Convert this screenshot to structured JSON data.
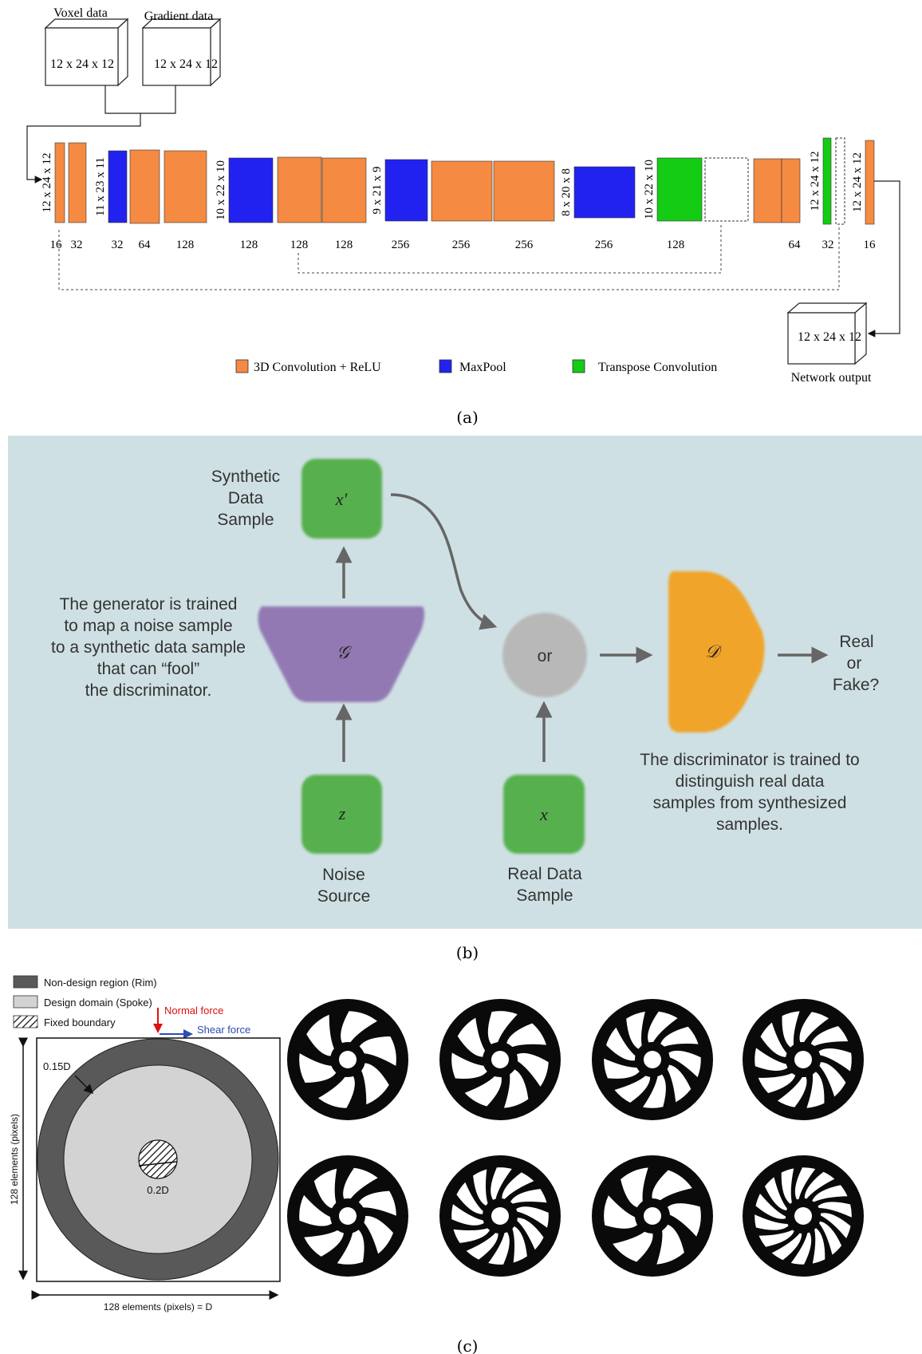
{
  "panel_a": {
    "inputs": [
      {
        "label": "Voxel data",
        "dims": "12 x 24 x 12"
      },
      {
        "label": "Gradient data",
        "dims": "12 x 24 x 12"
      }
    ],
    "layers": [
      {
        "kind": "conv",
        "dim": "12 x 24 x 12",
        "channels": "16"
      },
      {
        "kind": "conv",
        "dim": "",
        "channels": "32"
      },
      {
        "kind": "pool",
        "dim": "11 x 23 x 11",
        "channels": "32"
      },
      {
        "kind": "conv",
        "dim": "",
        "channels": "64"
      },
      {
        "kind": "conv",
        "dim": "",
        "channels": "128"
      },
      {
        "kind": "pool",
        "dim": "10 x 22 x 10",
        "channels": "128"
      },
      {
        "kind": "conv",
        "dim": "",
        "channels": "128"
      },
      {
        "kind": "conv",
        "dim": "",
        "channels": "128"
      },
      {
        "kind": "pool",
        "dim": "9 x 21 x 9",
        "channels": "256"
      },
      {
        "kind": "conv",
        "dim": "",
        "channels": "256"
      },
      {
        "kind": "conv",
        "dim": "",
        "channels": "256"
      },
      {
        "kind": "pool",
        "dim": "8 x 20 x 8",
        "channels": "256"
      },
      {
        "kind": "tconv",
        "dim": "10 x 22 x 10",
        "channels": "128"
      },
      {
        "kind": "skip",
        "dim": "",
        "channels": ""
      },
      {
        "kind": "conv",
        "dim": "",
        "channels": "64"
      },
      {
        "kind": "conv",
        "dim": "",
        "channels": "32"
      },
      {
        "kind": "tconv",
        "dim": "12 x 24 x 12",
        "channels": "16"
      },
      {
        "kind": "skip",
        "dim": "",
        "channels": ""
      },
      {
        "kind": "conv",
        "dim": "12 x 24 x 12",
        "channels": "16"
      }
    ],
    "output": {
      "dims": "12 x 24 x 12",
      "label": "Network output"
    },
    "legend": [
      {
        "label": "3D Convolution + ReLU",
        "color": "#f58a42"
      },
      {
        "label": "MaxPool",
        "color": "#2222f0"
      },
      {
        "label": "Transpose Convolution",
        "color": "#14cc14"
      }
    ],
    "caption": "(a)"
  },
  "panel_b": {
    "background": "#cfe0e4",
    "synthetic_label": [
      "Synthetic",
      "Data",
      "Sample"
    ],
    "synthetic_symbol": "x′",
    "generator_symbol": "𝒢",
    "generator_text": [
      "The generator is trained",
      "to map a noise sample",
      "to a synthetic data sample",
      "that can “fool”",
      "the discriminator."
    ],
    "noise_symbol": "z",
    "noise_label": [
      "Noise",
      "Source"
    ],
    "or_label": "or",
    "real_symbol": "x",
    "real_label": [
      "Real Data",
      "Sample"
    ],
    "discriminator_symbol": "𝒟",
    "output_label": [
      "Real",
      "or",
      "Fake?"
    ],
    "discriminator_text": [
      "The discriminator is trained to",
      "distinguish real data",
      "samples from synthesized",
      "samples."
    ],
    "caption": "(b)"
  },
  "panel_c": {
    "legend": [
      {
        "label": "Non-design region (Rim)",
        "color": "#595959"
      },
      {
        "label": "Design domain (Spoke)",
        "color": "#d3d3d3"
      },
      {
        "label": "Fixed boundary",
        "color": "hatch"
      }
    ],
    "normal_force": "Normal force",
    "shear_force": "Shear force",
    "rim_label": "0.15D",
    "hub_label": "0.2D",
    "y_label": "128 elements (pixels)",
    "x_label": "128 elements (pixels) = D",
    "caption": "(c)"
  }
}
